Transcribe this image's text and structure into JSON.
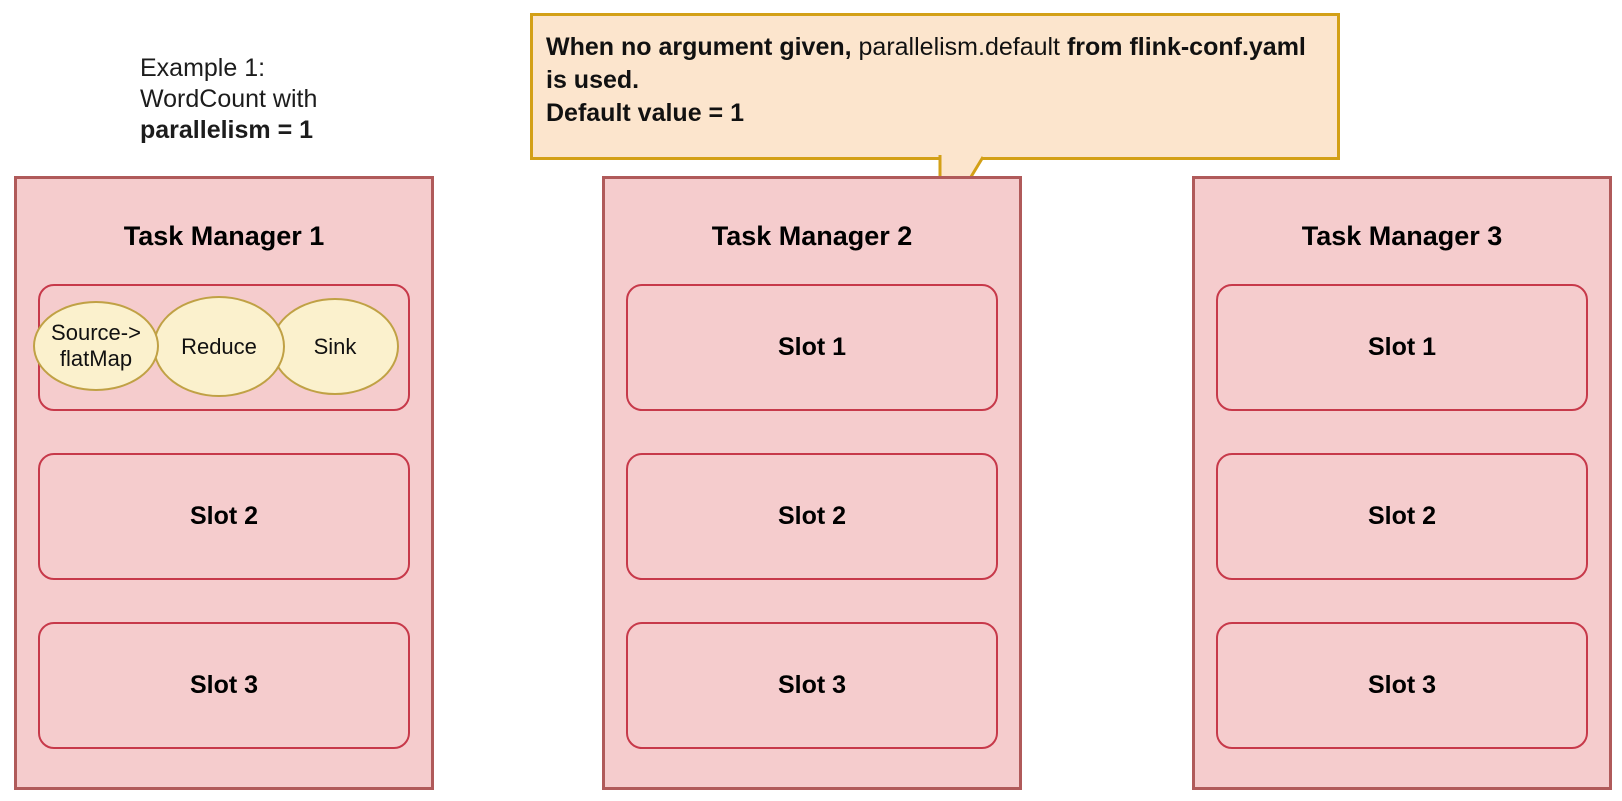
{
  "example_label": {
    "line_1": "Example 1:",
    "line_2": "WordCount with",
    "line_3": "parallelism = 1"
  },
  "callout": {
    "text_bold_1": "When no argument given, ",
    "text_regular": "parallelism.default",
    "text_bold_2": " from flink-conf.yaml is used.",
    "text_line_2": "Default value = 1"
  },
  "task_managers": [
    {
      "title": "Task Manager 1",
      "slots": [
        {
          "label": "",
          "tasks": [
            {
              "line_1": "Source->",
              "line_2": "flatMap"
            },
            {
              "line_1": "Reduce"
            },
            {
              "line_1": "Sink"
            }
          ]
        },
        {
          "label": "Slot 2"
        },
        {
          "label": "Slot 3"
        }
      ]
    },
    {
      "title": "Task Manager 2",
      "slots": [
        {
          "label": "Slot 1"
        },
        {
          "label": "Slot 2"
        },
        {
          "label": "Slot 3"
        }
      ]
    },
    {
      "title": "Task Manager 3",
      "slots": [
        {
          "label": "Slot 1"
        },
        {
          "label": "Slot 2"
        },
        {
          "label": "Slot 3"
        }
      ]
    }
  ],
  "colors": {
    "task_manager_fill": "#F5CCCD",
    "task_manager_border": "#B05A5A",
    "slot_border": "#C7394A",
    "task_ellipse_fill": "#FBF1CD",
    "task_ellipse_border": "#C0A145",
    "callout_fill": "#FCE5CD",
    "callout_border": "#D3A017"
  }
}
